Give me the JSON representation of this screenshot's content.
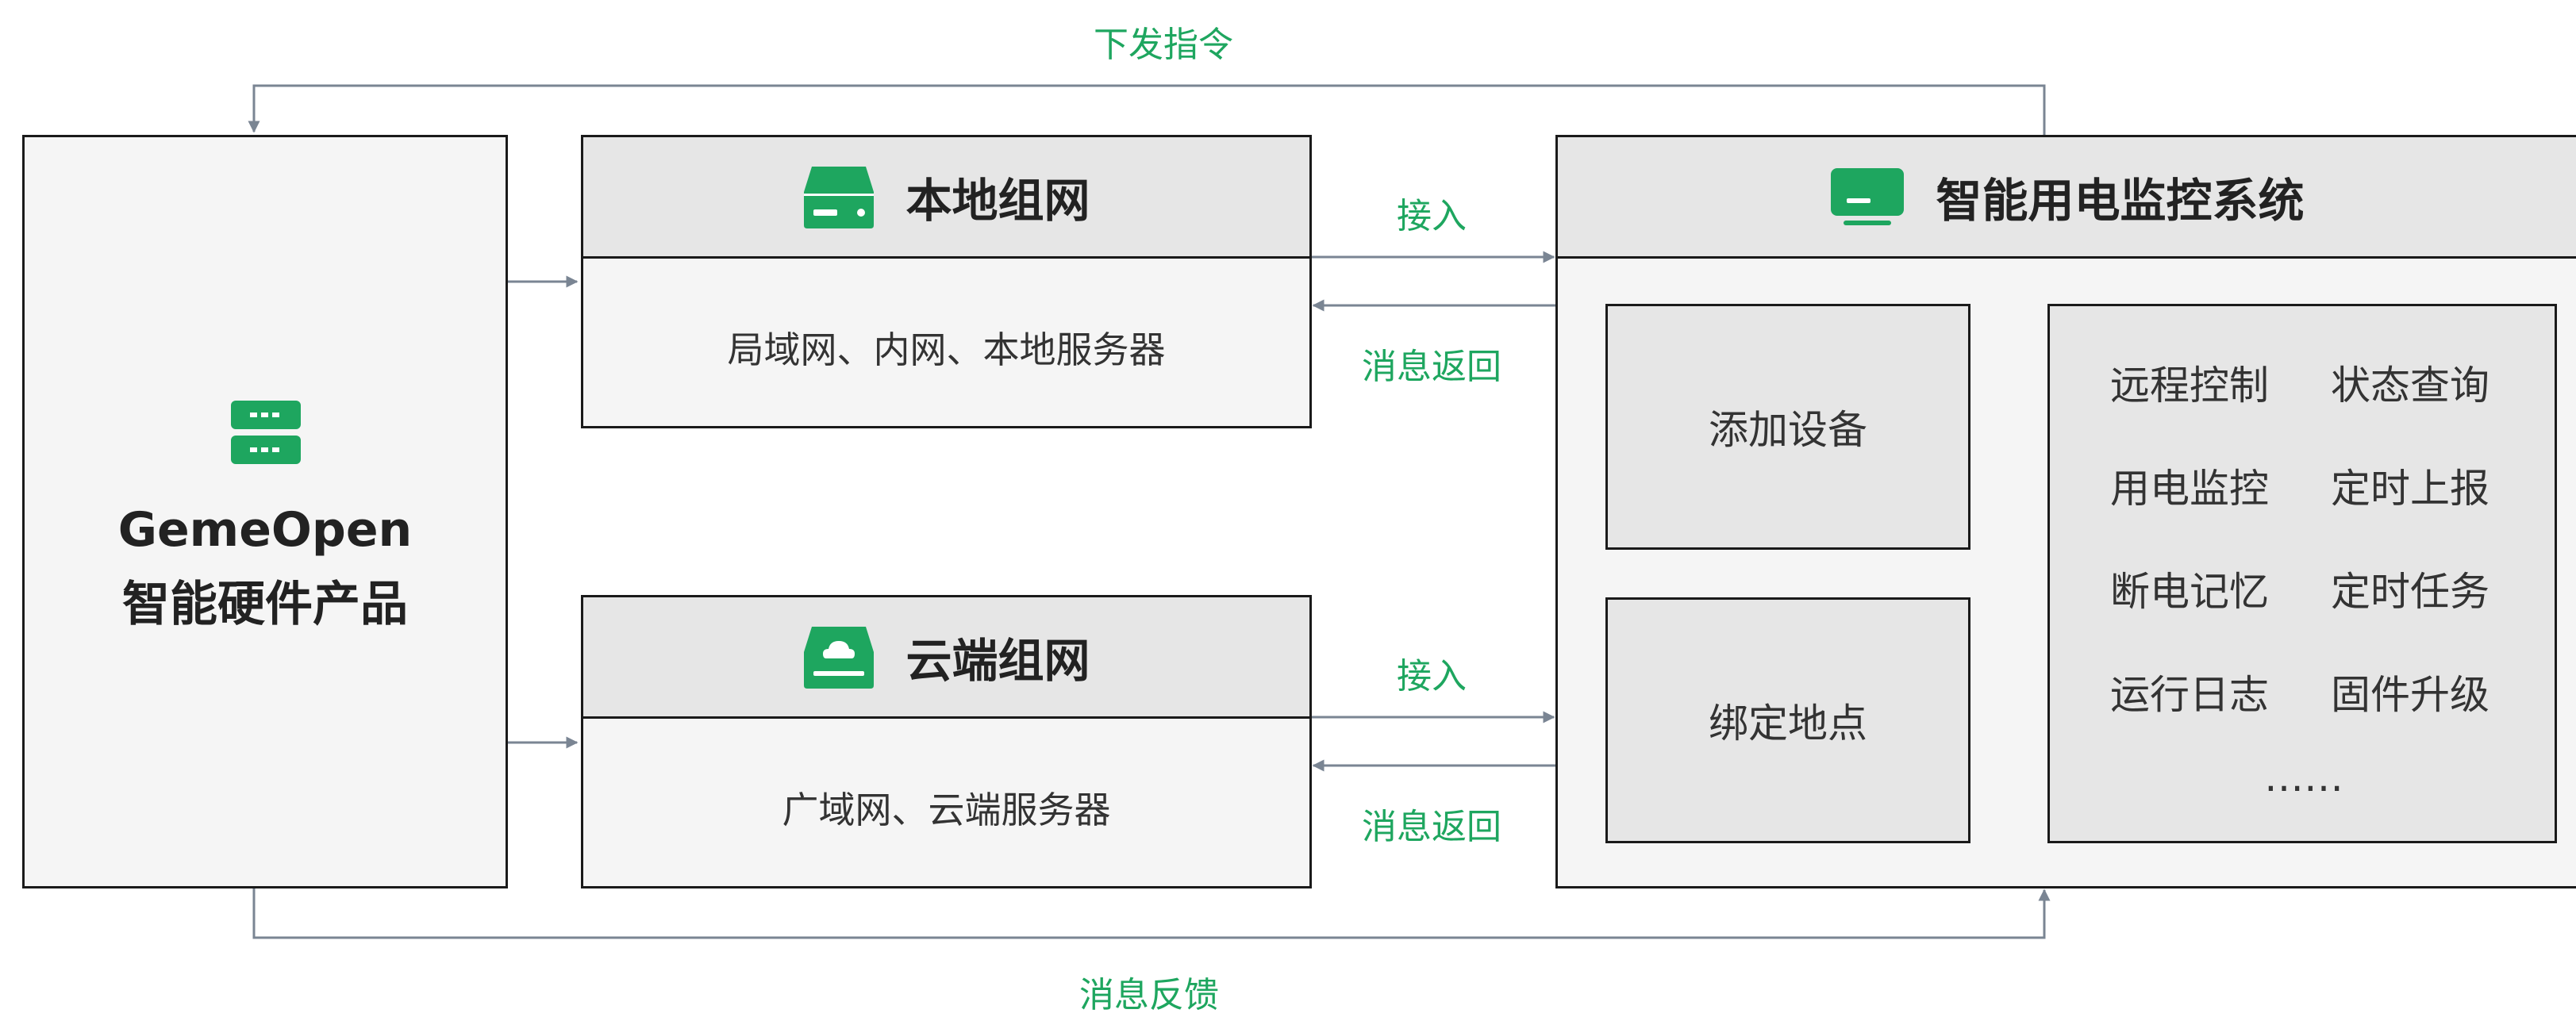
{
  "labels": {
    "top": "下发指令",
    "bottom": "消息反馈",
    "access_local": "接入",
    "return_local": "消息返回",
    "access_cloud": "接入",
    "return_cloud": "消息返回"
  },
  "product": {
    "line1": "GemeOpen",
    "line2": "智能硬件产品"
  },
  "local_network": {
    "title": "本地组网",
    "desc": "局域网、内网、本地服务器"
  },
  "cloud_network": {
    "title": "云端组网",
    "desc": "广域网、云端服务器"
  },
  "monitor_system": {
    "title": "智能用电监控系统",
    "add_device": "添加设备",
    "bind_location": "绑定地点",
    "features": [
      "远程控制",
      "状态查询",
      "用电监控",
      "定时上报",
      "断电记忆",
      "定时任务",
      "运行日志",
      "固件升级"
    ],
    "more": "……"
  },
  "colors": {
    "accent": "#1ea65f",
    "line": "#7a8593",
    "border": "#1a1a1a",
    "panel": "#f5f5f5",
    "header": "#e6e6e6"
  }
}
